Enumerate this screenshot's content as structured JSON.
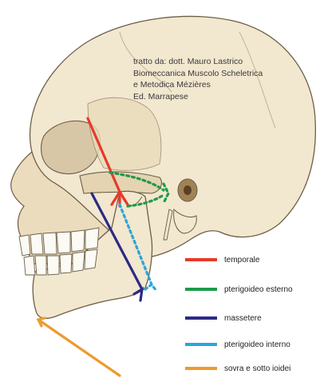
{
  "credit": {
    "line1": "tratto da: dott. Mauro Lastrico",
    "line2": "Biomeccanica Muscolo Scheletrica",
    "line3": "e Metodica Mézières",
    "line4": "Ed. Marrapese"
  },
  "legend": [
    {
      "label": "temporale",
      "color": "#e53a2c"
    },
    {
      "label": "pterigoideo esterno",
      "color": "#1f9a4a"
    },
    {
      "label": "massetere",
      "color": "#2b2a86"
    },
    {
      "label": "pterigoideo interno",
      "color": "#2aa6dc"
    },
    {
      "label": "sovra e sotto ioidei",
      "color": "#ee9a2e"
    }
  ],
  "colors": {
    "bone": "#f2e7cf",
    "bone_shade": "#d8c7a6",
    "outline": "#6e5e48",
    "teeth": "#fbfaf4"
  }
}
